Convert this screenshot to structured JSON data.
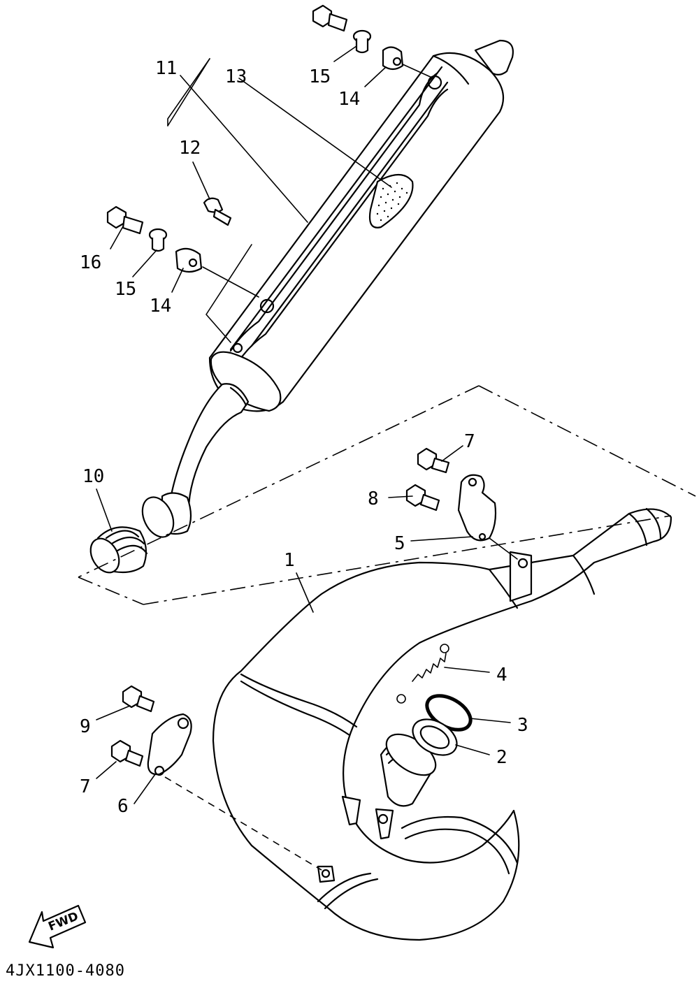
{
  "diagram_code": "4JX1100-4080",
  "fwd_label": "FWD",
  "callouts": [
    {
      "id": "p1",
      "label": "1"
    },
    {
      "id": "p2",
      "label": "2"
    },
    {
      "id": "p3",
      "label": "3"
    },
    {
      "id": "p4",
      "label": "4"
    },
    {
      "id": "p5",
      "label": "5"
    },
    {
      "id": "p6",
      "label": "6"
    },
    {
      "id": "p7a",
      "label": "7"
    },
    {
      "id": "p7b",
      "label": "7"
    },
    {
      "id": "p8",
      "label": "8"
    },
    {
      "id": "p9",
      "label": "9"
    },
    {
      "id": "p10",
      "label": "10"
    },
    {
      "id": "p11",
      "label": "11"
    },
    {
      "id": "p12",
      "label": "12"
    },
    {
      "id": "p13",
      "label": "13"
    },
    {
      "id": "p14a",
      "label": "14"
    },
    {
      "id": "p14b",
      "label": "14"
    },
    {
      "id": "p15a",
      "label": "15"
    },
    {
      "id": "p15b",
      "label": "15"
    },
    {
      "id": "p16",
      "label": "16"
    }
  ]
}
